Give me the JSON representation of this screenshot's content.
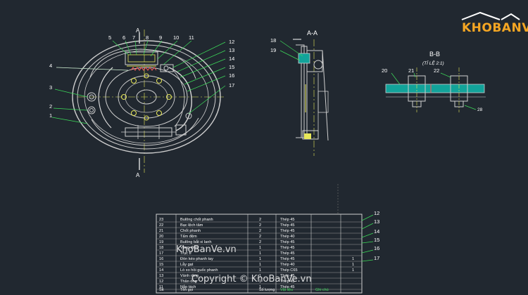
{
  "logo": {
    "text": "KHOBANVE"
  },
  "watermarks": {
    "center": "KhoBanVe.vn",
    "bottom": "Copyright © KhoBanVe.vn"
  },
  "front_view": {
    "section_mark_top": "A",
    "section_mark_bottom": "A",
    "callouts": [
      "1",
      "2",
      "3",
      "4",
      "5",
      "6",
      "7",
      "8",
      "9",
      "10",
      "11",
      "12",
      "13",
      "14",
      "15",
      "16",
      "17"
    ]
  },
  "section_aa": {
    "title": "A-A",
    "callouts": [
      "18",
      "19"
    ]
  },
  "section_bb": {
    "title": "B-B",
    "scale_note": "(TỈ LỆ 2:1)",
    "callouts": [
      "20",
      "21",
      "22"
    ],
    "dim": "28"
  },
  "bom": {
    "header": [
      "Stt",
      "Tên gọi",
      "Số lượng",
      "Vật liệu",
      "Ghi chú"
    ],
    "rows": [
      [
        "23",
        "Bulông chốt phanh",
        "2",
        "Thép 45",
        ""
      ],
      [
        "22",
        "Bạc lệch tâm",
        "2",
        "Thép 45",
        ""
      ],
      [
        "21",
        "Chốt phanh",
        "2",
        "Thép 45",
        ""
      ],
      [
        "20",
        "Tấm đệm",
        "2",
        "Thép 40",
        ""
      ],
      [
        "19",
        "Bulông bắt xi lanh",
        "2",
        "Thép 45",
        ""
      ],
      [
        "18",
        "Vòng đệm",
        "1",
        "Thép 45",
        ""
      ],
      [
        "17",
        "Trục tì",
        "1",
        "Thép 45",
        ""
      ],
      [
        "16",
        "Đòn kéo phanh tay",
        "1",
        "Thép 45",
        "1"
      ],
      [
        "15",
        "Lẫy gạt",
        "1",
        "Thép 40",
        "1"
      ],
      [
        "14",
        "Lò xo hồi guốc phanh",
        "1",
        "Thép C65",
        "1"
      ],
      [
        "13",
        "Vành răng",
        "1",
        "Thép 45",
        ""
      ],
      [
        "12",
        "Thân ống",
        "1",
        "Thép 45",
        ""
      ],
      [
        "11",
        "Nắp tách",
        "1",
        "Thép 45",
        ""
      ]
    ],
    "right_callouts": [
      "12",
      "13",
      "14",
      "15",
      "16",
      "17"
    ]
  }
}
